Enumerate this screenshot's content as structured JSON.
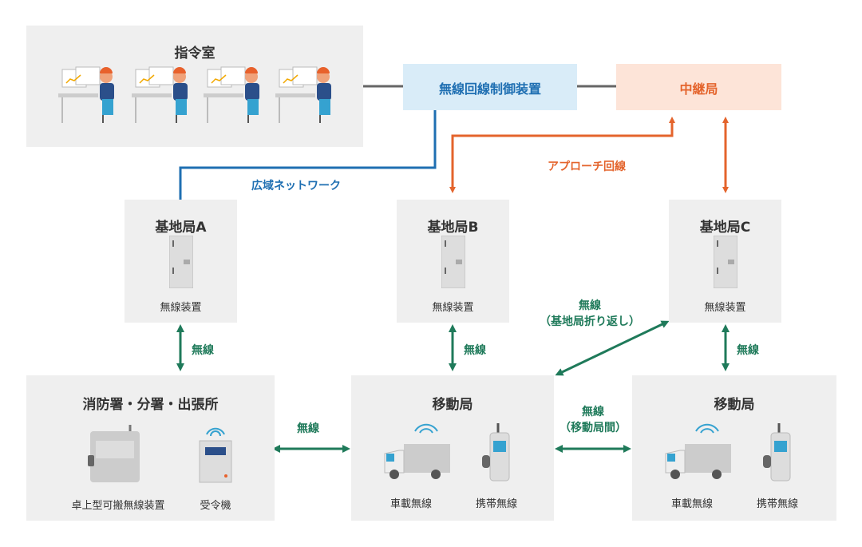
{
  "command_room": {
    "title": "指令室"
  },
  "radio_control": {
    "title": "無線回線制御装置"
  },
  "relay": {
    "title": "中継局"
  },
  "wide_area_network": "広域ネットワーク",
  "approach_line": "アプローチ回線",
  "base_a": {
    "title": "基地局A",
    "device": "無線装置"
  },
  "base_b": {
    "title": "基地局B",
    "device": "無線装置"
  },
  "base_c": {
    "title": "基地局C",
    "device": "無線装置"
  },
  "fire_station": {
    "title": "消防署・分署・出張所",
    "device1": "卓上型可搬無線装置",
    "device2": "受令機"
  },
  "mobile1": {
    "title": "移動局",
    "vehicle": "車載無線",
    "handheld": "携帯無線"
  },
  "mobile2": {
    "title": "移動局",
    "vehicle": "車載無線",
    "handheld": "携帯無線"
  },
  "links": {
    "a_fire": "無線",
    "b_mobile": "無線",
    "c_mobile": "無線",
    "fire_mobile": "無線",
    "fold_back_1": "無線",
    "fold_back_2": "（基地局折り返し）",
    "between_1": "無線",
    "between_2": "（移動局間）"
  },
  "colors": {
    "blue": "#1f6fb2",
    "orange": "#e4642c",
    "green": "#1f7a5a",
    "box": "#efefef",
    "control_bg": "#d9ecf8",
    "relay_bg": "#fde4d8"
  }
}
